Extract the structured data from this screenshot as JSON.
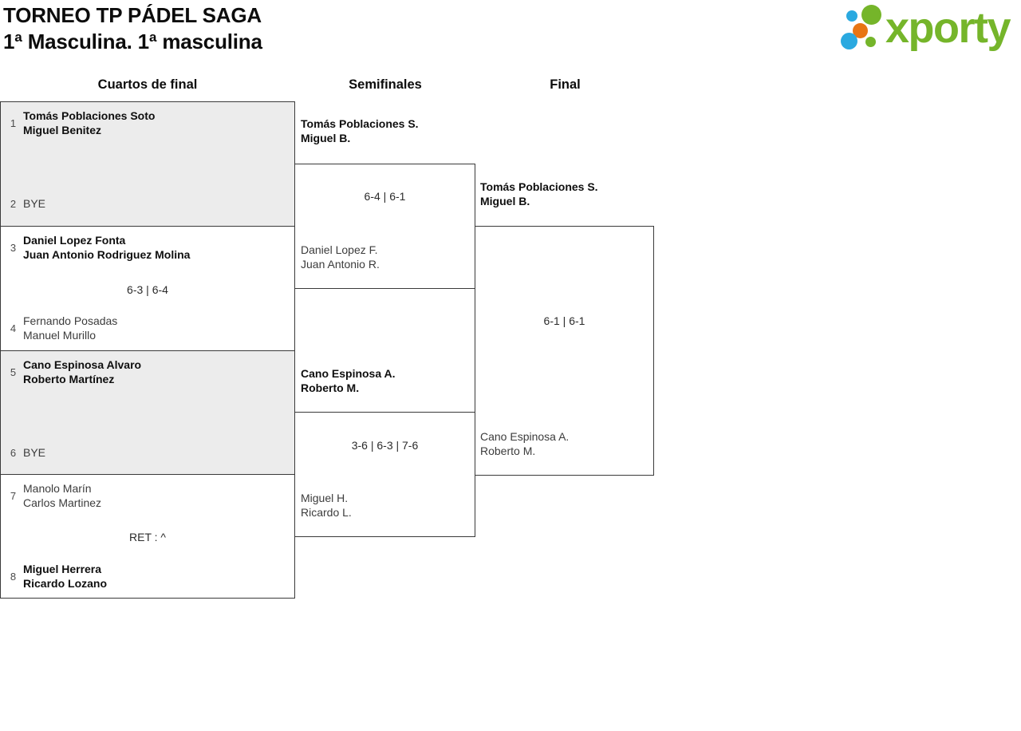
{
  "title": {
    "line1": "TORNEO TP PÁDEL SAGA",
    "line2": "1ª Masculina. 1ª masculina"
  },
  "logo": {
    "text": "xporty",
    "colors": {
      "green": "#75b52a",
      "blue": "#2aa9e0",
      "orange": "#e87513"
    }
  },
  "rounds": {
    "quarterfinals": "Cuartos de final",
    "semifinals": "Semifinales",
    "final": "Final"
  },
  "colors": {
    "match_bg_gray": "#ececec",
    "border": "#3a3a3a",
    "winner_text": "#0f0f0f",
    "regular_text": "#3c3c3c"
  },
  "quarterfinals": [
    {
      "seed_top": "1",
      "top_line1": "Tomás Poblaciones Soto",
      "top_line2": "Miguel Benitez",
      "seed_bottom": "2",
      "bottom_line1": "BYE",
      "score": ""
    },
    {
      "seed_top": "3",
      "top_line1": "Daniel Lopez Fonta",
      "top_line2": "Juan Antonio Rodriguez Molina",
      "seed_bottom": "4",
      "bottom_line1": "Fernando Posadas",
      "bottom_line2": "Manuel Murillo",
      "score": "6-3 | 6-4"
    },
    {
      "seed_top": "5",
      "top_line1": "Cano Espinosa Alvaro",
      "top_line2": "Roberto Martínez",
      "seed_bottom": "6",
      "bottom_line1": "BYE",
      "score": ""
    },
    {
      "seed_top": "7",
      "top_line1": "Manolo Marín",
      "top_line2": "Carlos Martinez",
      "seed_bottom": "8",
      "bottom_line1": "Miguel Herrera",
      "bottom_line2": "Ricardo Lozano",
      "score": "RET : ^"
    }
  ],
  "semifinals": [
    {
      "top_line1": "Tomás Poblaciones S.",
      "top_line2": "Miguel B.",
      "score": "6-4 | 6-1",
      "bottom_line1": "Daniel Lopez F.",
      "bottom_line2": "Juan Antonio R."
    },
    {
      "top_line1": "Cano Espinosa A.",
      "top_line2": "Roberto M.",
      "score": "3-6 | 6-3 | 7-6",
      "bottom_line1": "Miguel H.",
      "bottom_line2": "Ricardo L."
    }
  ],
  "final": {
    "top_line1": "Tomás Poblaciones S.",
    "top_line2": "Miguel B.",
    "score": "6-1 | 6-1",
    "bottom_line1": "Cano Espinosa A.",
    "bottom_line2": "Roberto M."
  }
}
